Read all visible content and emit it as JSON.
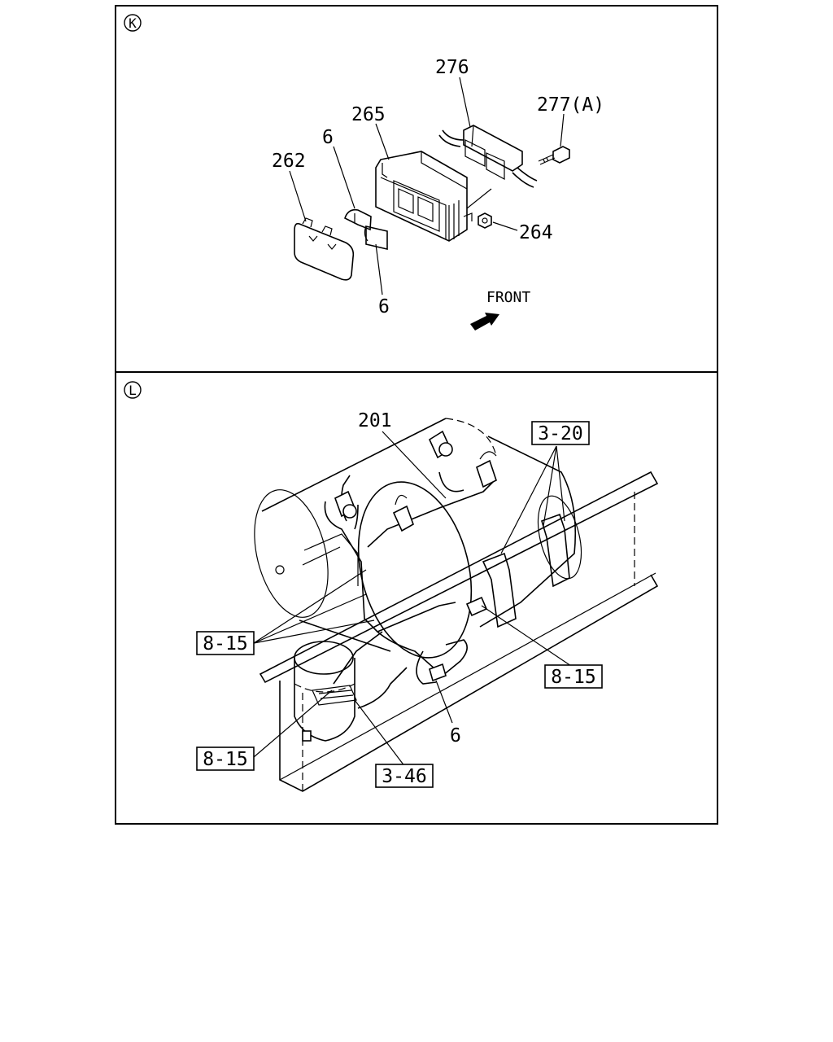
{
  "panels": [
    {
      "id": "K",
      "labels": [
        "276",
        "277(A)",
        "265",
        "6",
        "262",
        "264",
        "6"
      ],
      "front_label": "FRONT"
    },
    {
      "id": "L",
      "labels": [
        "201",
        "6"
      ],
      "ref_boxes": [
        "3-20",
        "8-15",
        "8-15",
        "8-15",
        "3-46"
      ]
    }
  ]
}
